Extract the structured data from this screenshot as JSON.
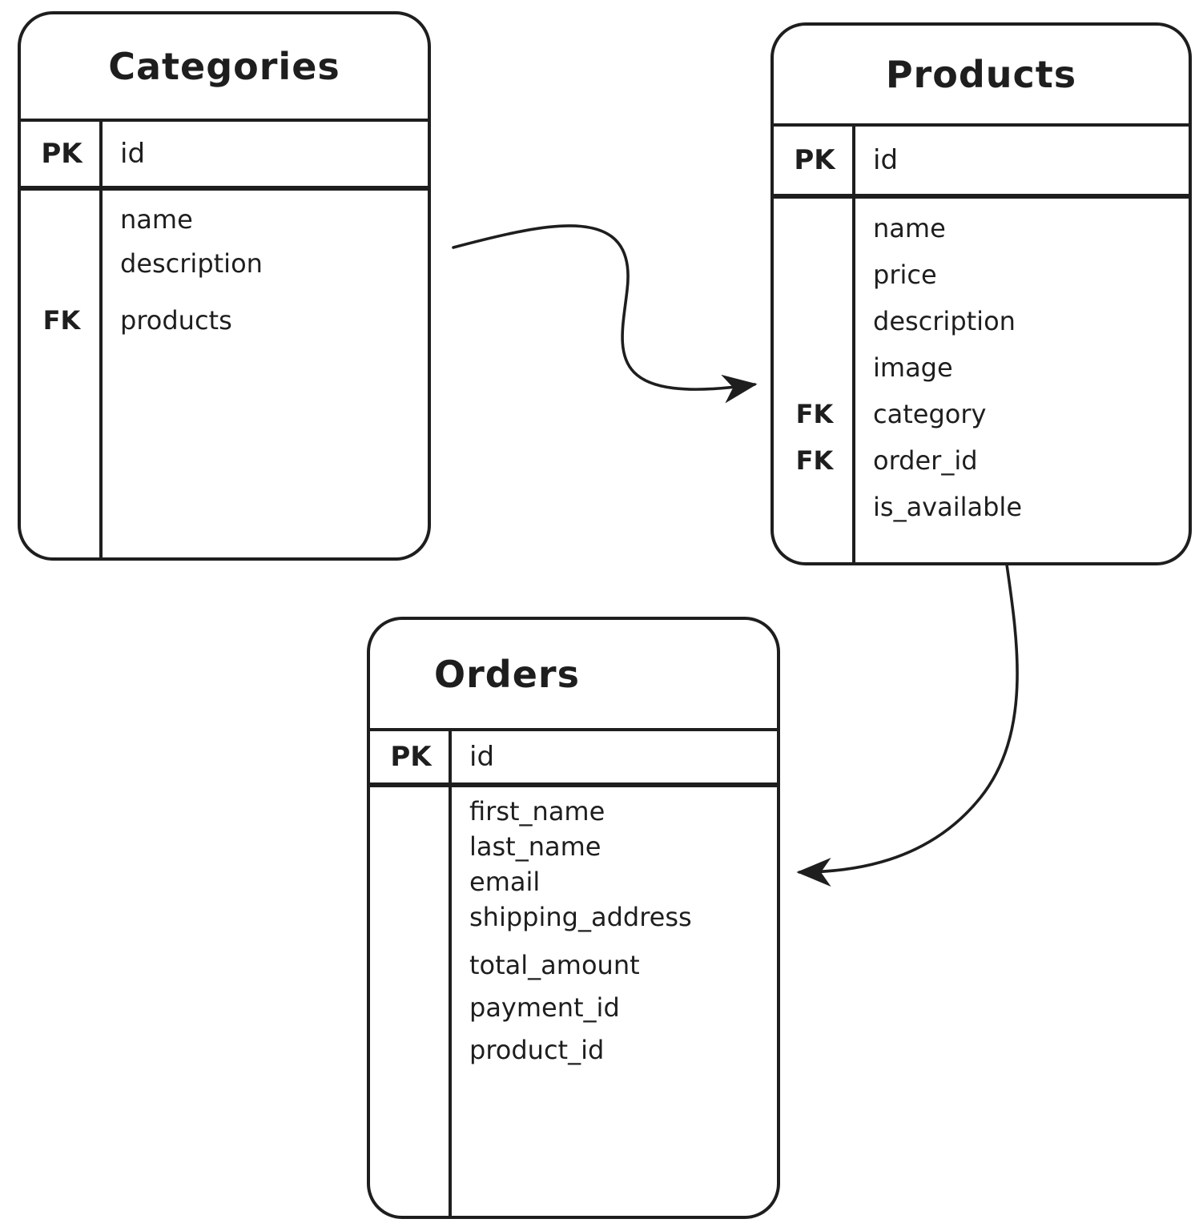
{
  "diagram": {
    "type": "entity-relationship",
    "colors": {
      "stroke": "#1e1e1e",
      "background": "#ffffff"
    },
    "tables": [
      {
        "name": "Categories",
        "header": {
          "key": "PK",
          "field": "id"
        },
        "rows": [
          {
            "key": "",
            "field": "name"
          },
          {
            "key": "",
            "field": "description"
          },
          {
            "key": "FK",
            "field": "products"
          }
        ]
      },
      {
        "name": "Products",
        "header": {
          "key": "PK",
          "field": "id"
        },
        "rows": [
          {
            "key": "",
            "field": "name"
          },
          {
            "key": "",
            "field": "price"
          },
          {
            "key": "",
            "field": "description"
          },
          {
            "key": "",
            "field": "image"
          },
          {
            "key": "FK",
            "field": "category"
          },
          {
            "key": "FK",
            "field": "order_id"
          },
          {
            "key": "",
            "field": "is_available"
          }
        ]
      },
      {
        "name": "Orders",
        "header": {
          "key": "PK",
          "field": "id"
        },
        "rows": [
          {
            "key": "",
            "field": "first_name"
          },
          {
            "key": "",
            "field": "last_name"
          },
          {
            "key": "",
            "field": "email"
          },
          {
            "key": "",
            "field": "shipping_address"
          },
          {
            "key": "",
            "field": "total_amount"
          },
          {
            "key": "",
            "field": "payment_id"
          },
          {
            "key": "",
            "field": "product_id"
          }
        ]
      }
    ],
    "relationships": [
      {
        "from": "Categories",
        "to": "Products"
      },
      {
        "from": "Products",
        "to": "Orders"
      }
    ]
  }
}
